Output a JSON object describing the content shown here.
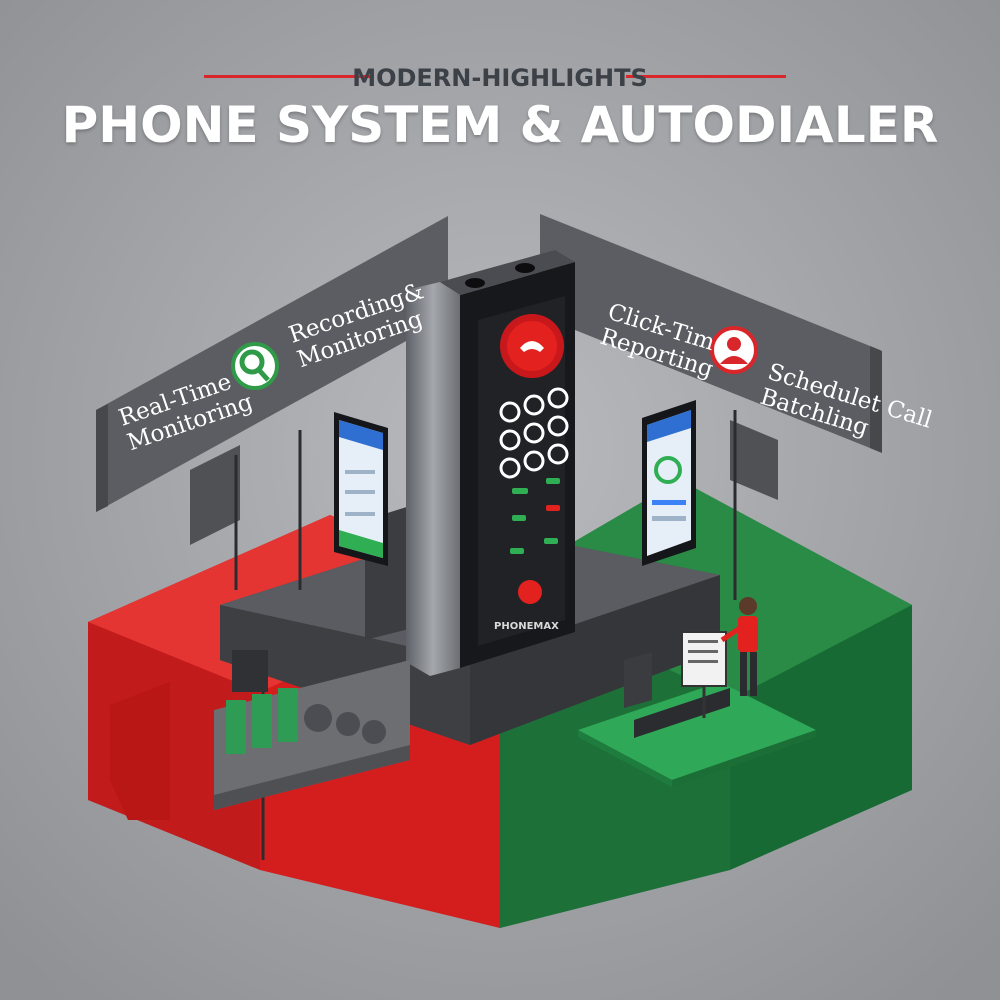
{
  "header": {
    "eyebrow": "MODERN-HIGHLIGHTS",
    "title": "PHONE SYSTEM & AUTODIALER"
  },
  "banners": {
    "left_outer": [
      "Real-Time",
      "Monitoring"
    ],
    "left_inner": [
      "Recording&",
      "Monitoring"
    ],
    "right_inner": [
      "Click-Time",
      "Reporting"
    ],
    "right_outer": [
      "Schedulet Call",
      "Batchling"
    ]
  },
  "device": {
    "brand": "PHONEMAX"
  },
  "colors": {
    "background": "#9a9ca0",
    "accent_red": "#e3211f",
    "accent_green": "#1f7a3d",
    "banner_gray": "#5b5d62",
    "device_black": "#17181b"
  }
}
